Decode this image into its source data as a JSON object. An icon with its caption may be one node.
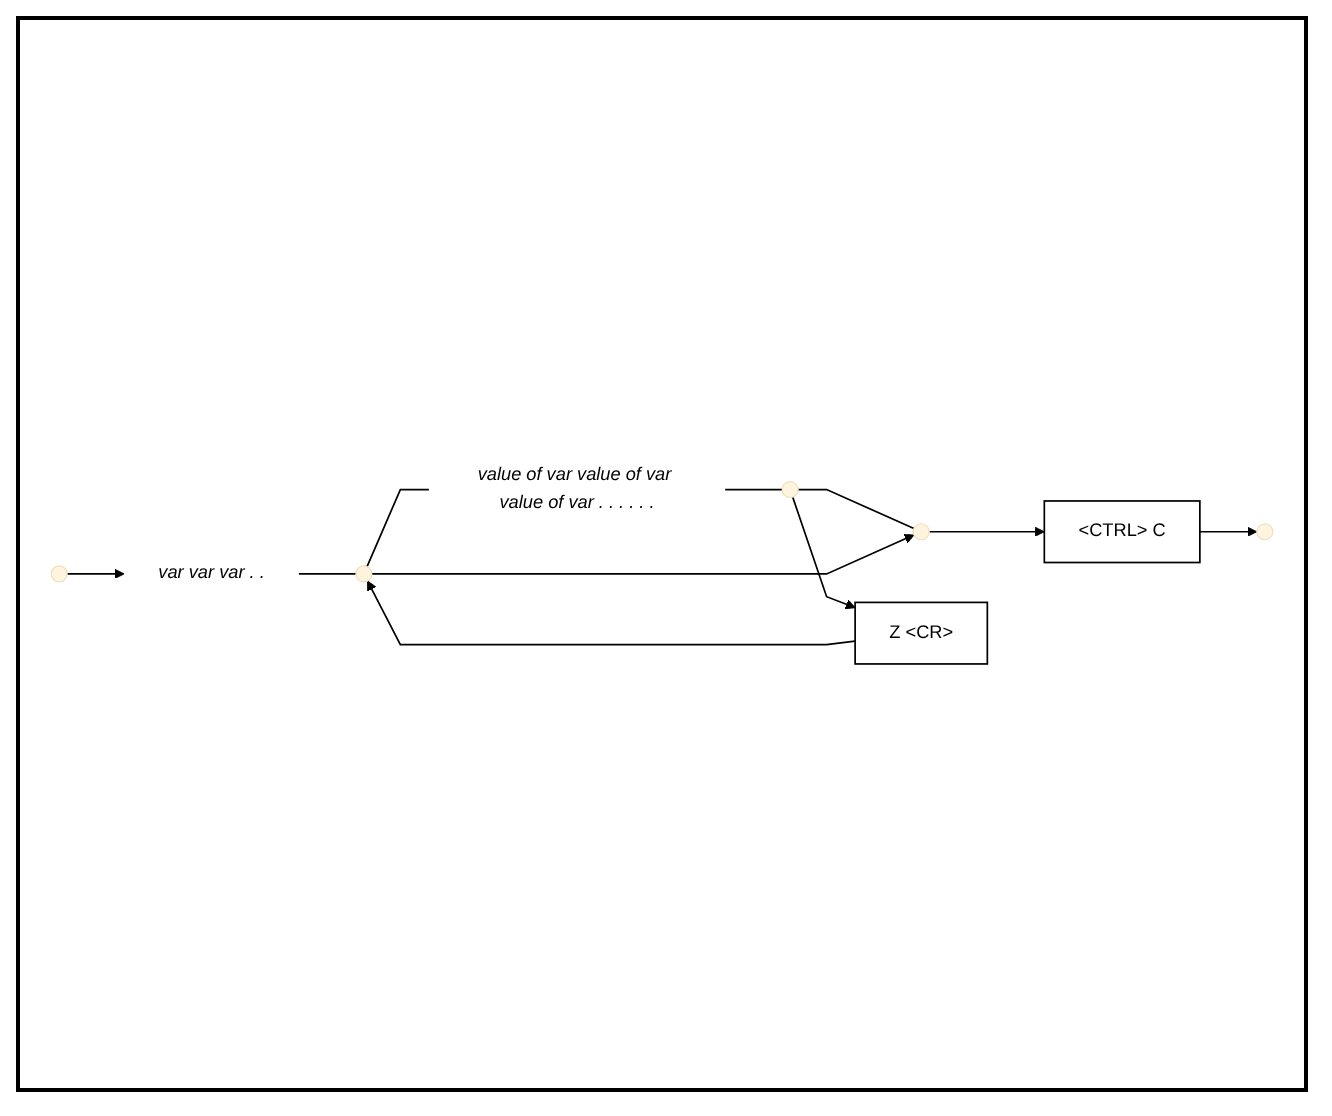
{
  "diagram": {
    "nodes": [
      {
        "text": [
          "var var var . ."
        ]
      },
      {
        "text": [],
        "shape": "circle"
      },
      {
        "text": [
          "value of var value of var value of var . . . . . ."
        ]
      },
      {
        "text": [],
        "shape": "circle"
      },
      {
        "text": [],
        "shape": "circle"
      },
      {
        "text": [
          "Z <CR>"
        ]
      },
      {
        "text": [
          "<CTRL> C"
        ]
      }
    ],
    "edges": [
      {
        "from": null,
        "to": 0,
        "arrow": "to"
      },
      {
        "from": 0,
        "to": 1,
        "arrow": "none"
      },
      {
        "from": 1,
        "to": 2,
        "arrow": "none"
      },
      {
        "from": 2,
        "to": 3,
        "arrow": "none"
      },
      {
        "from": 3,
        "to": 4,
        "arrow": "none"
      },
      {
        "from": 1,
        "to": 4,
        "arrow": "to"
      },
      {
        "from": 3,
        "to": 5,
        "arrow": "to"
      },
      {
        "from": 5,
        "to": 1,
        "arrow": "to"
      },
      {
        "from": 4,
        "to": 6,
        "arrow": "to"
      },
      {
        "from": 6,
        "to": null,
        "arrow": "to"
      }
    ]
  }
}
